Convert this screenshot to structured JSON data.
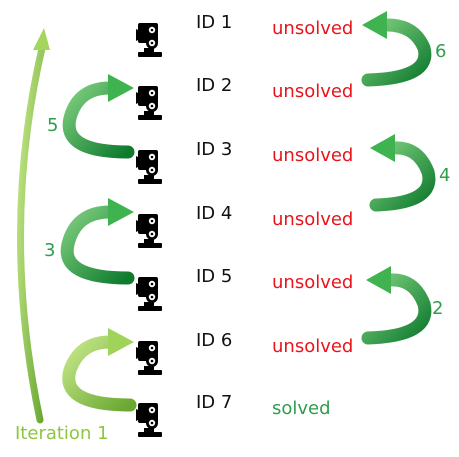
{
  "rows": [
    {
      "id": "ID 1",
      "status": "unsolved",
      "solved": false
    },
    {
      "id": "ID 2",
      "status": "unsolved",
      "solved": false
    },
    {
      "id": "ID 3",
      "status": "unsolved",
      "solved": false
    },
    {
      "id": "ID 4",
      "status": "unsolved",
      "solved": false
    },
    {
      "id": "ID 5",
      "status": "unsolved",
      "solved": false
    },
    {
      "id": "ID 6",
      "status": "unsolved",
      "solved": false
    },
    {
      "id": "ID 7",
      "status": "solved",
      "solved": true
    }
  ],
  "steps": [
    "2",
    "3",
    "4",
    "5",
    "6"
  ],
  "iteration_label": "Iteration 1",
  "colors": {
    "unsolved": "#e8141c",
    "solved": "#2e9e4c",
    "arrow_dark": "#1f8f3a",
    "arrow_light": "#8cc63f",
    "step_number": "#2e9e4c",
    "icon": "#000000"
  },
  "icons": {
    "camera": "movie-camera-icon"
  }
}
